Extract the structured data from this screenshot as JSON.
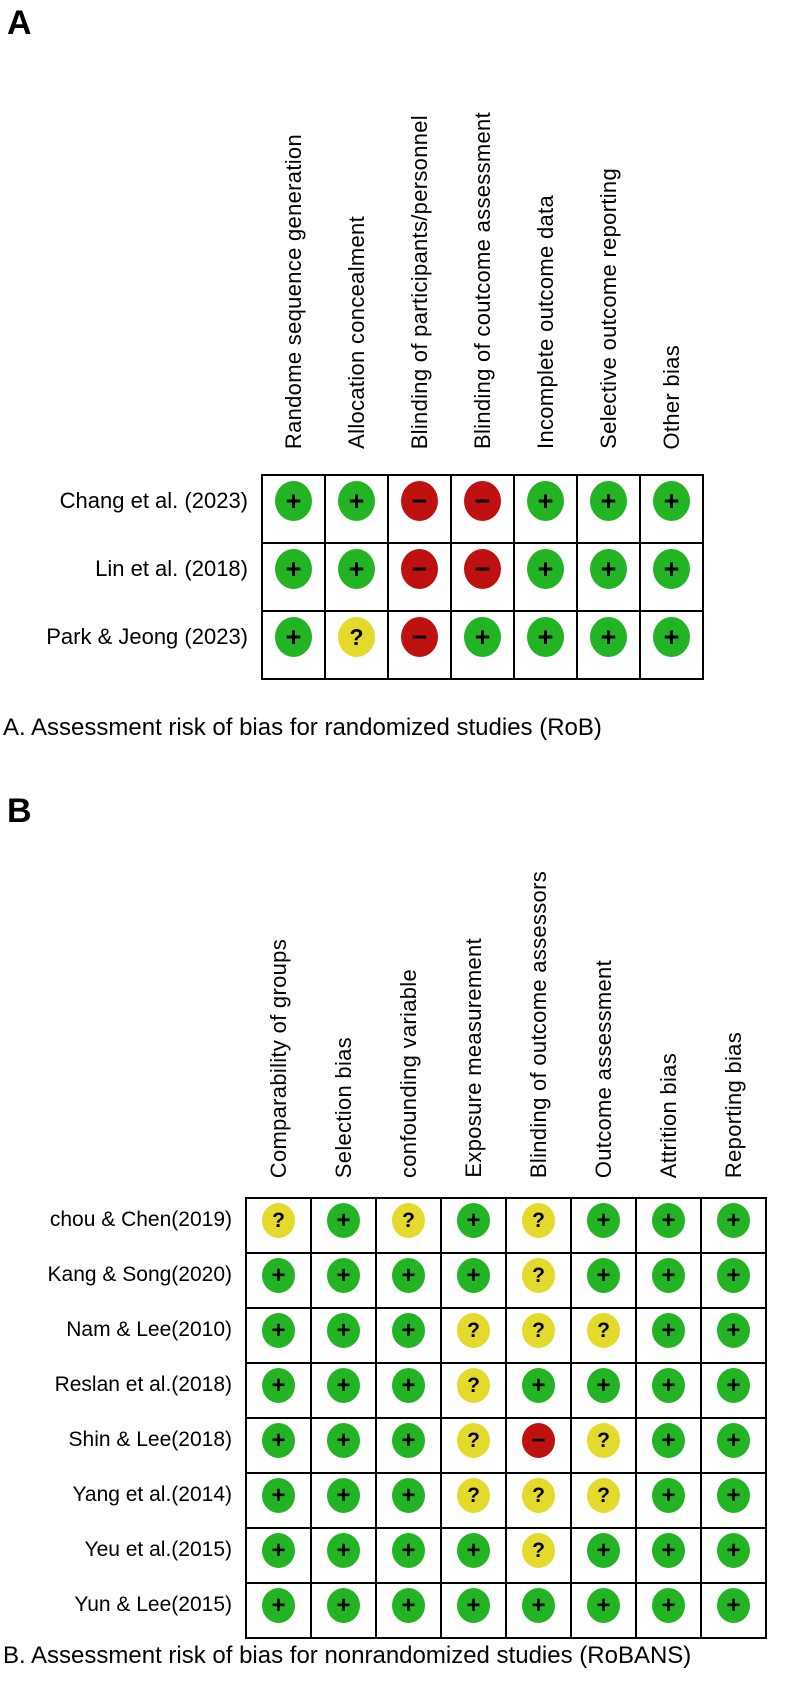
{
  "style": {
    "low_risk_color": "#22B422",
    "high_risk_color": "#C01111",
    "unclear_color": "#E3DA2C",
    "symbol_low": "+",
    "symbol_high": "−",
    "symbol_unclear": "?",
    "border_color": "#000000"
  },
  "chart_data": [
    {
      "type": "table",
      "panel_letter": "A",
      "caption": "A. Assessment risk of bias for randomized studies (RoB)",
      "legend_note": "cells show + (green), − (red), ? (yellow)",
      "columns": [
        "Randome sequence generation",
        "Allocation concealment",
        "Blinding of participants/personnel",
        "Blinding of coutcome assessment",
        "Incomplete outcome data",
        "Selective outcome reporting",
        "Other bias"
      ],
      "rows": [
        "Chang et al. (2023)",
        "Lin et al. (2018)",
        "Park & Jeong (2023)"
      ],
      "values": [
        [
          "+",
          "+",
          "-",
          "-",
          "+",
          "+",
          "+"
        ],
        [
          "+",
          "+",
          "-",
          "-",
          "+",
          "+",
          "+"
        ],
        [
          "+",
          "?",
          "-",
          "+",
          "+",
          "+",
          "+"
        ]
      ]
    },
    {
      "type": "table",
      "panel_letter": "B",
      "caption": "B. Assessment risk of bias for nonrandomized studies (RoBANS)",
      "legend_note": "cells show + (green), − (red), ? (yellow)",
      "columns": [
        "Comparability of groups",
        "Selection bias",
        "confounding variable",
        "Exposure measurement",
        "Blinding of outcome assessors",
        "Outcome assessment",
        "Attrition bias",
        "Reporting bias"
      ],
      "rows": [
        "chou & Chen(2019)",
        "Kang & Song(2020)",
        "Nam & Lee(2010)",
        "Reslan et al.(2018)",
        "Shin & Lee(2018)",
        "Yang et al.(2014)",
        "Yeu et al.(2015)",
        "Yun & Lee(2015)"
      ],
      "values": [
        [
          "?",
          "+",
          "?",
          "+",
          "?",
          "+",
          "+",
          "+"
        ],
        [
          "+",
          "+",
          "+",
          "+",
          "?",
          "+",
          "+",
          "+"
        ],
        [
          "+",
          "+",
          "+",
          "?",
          "?",
          "?",
          "+",
          "+"
        ],
        [
          "+",
          "+",
          "+",
          "?",
          "+",
          "+",
          "+",
          "+"
        ],
        [
          "+",
          "+",
          "+",
          "?",
          "-",
          "?",
          "+",
          "+"
        ],
        [
          "+",
          "+",
          "+",
          "?",
          "?",
          "?",
          "+",
          "+"
        ],
        [
          "+",
          "+",
          "+",
          "+",
          "?",
          "+",
          "+",
          "+"
        ],
        [
          "+",
          "+",
          "+",
          "+",
          "+",
          "+",
          "+",
          "+"
        ]
      ]
    }
  ]
}
